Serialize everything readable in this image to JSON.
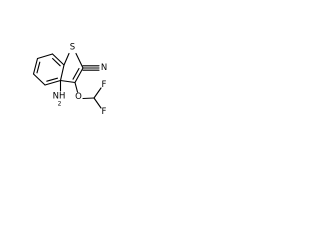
{
  "molecule": {
    "atoms": {
      "sulfur": "S",
      "nitrile_nitrogen": "N",
      "oxygen": "O",
      "fluorine_top": "F",
      "fluorine_bottom": "F",
      "amino_nitrogen": "NH",
      "amino_subscript": "2"
    }
  }
}
